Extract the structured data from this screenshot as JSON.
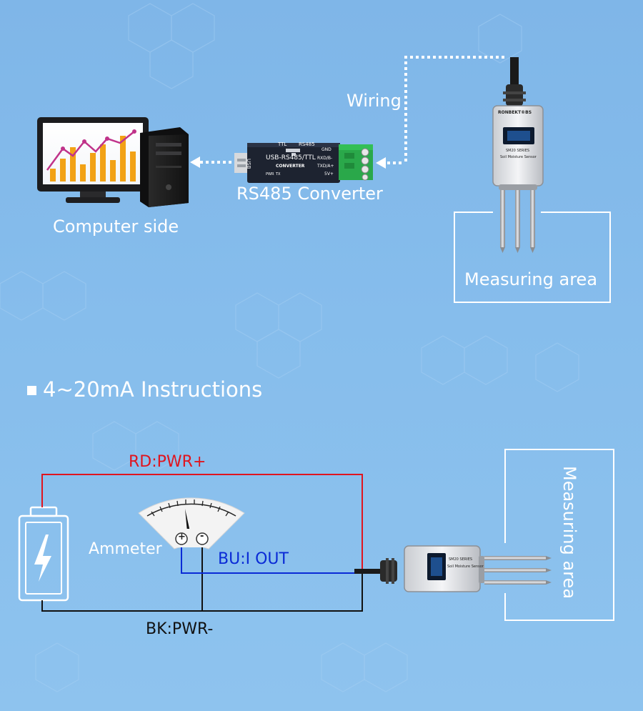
{
  "top": {
    "wiring_label": "Wiring",
    "converter_label": "RS485 Converter",
    "computer_label": "Computer side",
    "measuring_label": "Measuring area",
    "converter_text": {
      "ttl": "TTL",
      "rs485": "RS485",
      "usb": "USB",
      "model": "USB-RS485/TTL",
      "converter": "CONVERTER",
      "gnd": "GND",
      "rxd": "RXD/B-",
      "txd": "TXD/A+",
      "v5": "5V+",
      "pwr": "PWR",
      "tx": "TX"
    },
    "sensor_text": {
      "brand": "RONBEKT®BS",
      "series": "SM20 SERIES",
      "name": "Soil Moisture Sensor"
    }
  },
  "section": {
    "title": "4~20mA Instructions"
  },
  "bottom": {
    "pwr_plus_label": "RD:PWR+",
    "pwr_minus_label": "BK:PWR-",
    "iout_label": "BU:I OUT",
    "ammeter_label": "Ammeter",
    "plus_sign": "+",
    "minus_sign": "-",
    "measuring_label": "Measuring area",
    "sensor_text": {
      "series": "SM20 SERIES",
      "name": "Soil Moisture Sensor"
    }
  },
  "colors": {
    "background": "#86bdec",
    "red_wire": "#e0141e",
    "blue_wire": "#0a2ad6",
    "black_wire": "#111111"
  }
}
